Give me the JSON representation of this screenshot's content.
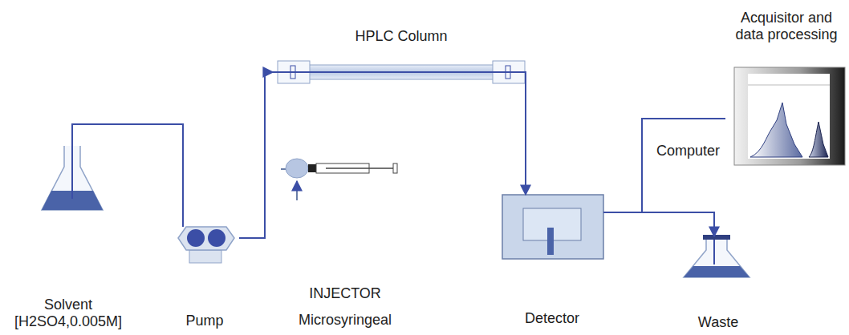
{
  "diagram": {
    "nodes": [
      {
        "text": [
          "Solvent [H2SO4,0.005M]"
        ]
      },
      {
        "text": [
          "Pump"
        ]
      },
      {
        "text": [
          "INJECTOR",
          "Microsyringeal"
        ]
      },
      {
        "text": [
          "HPLC Column"
        ]
      },
      {
        "text": [
          "Detector"
        ]
      },
      {
        "text": [
          "Waste"
        ]
      },
      {
        "text": [
          "Acquisitor and data processing"
        ]
      }
    ],
    "edges": [
      {
        "from": 0,
        "to": 1,
        "arrow": "none"
      },
      {
        "from": 1,
        "to": 3,
        "arrow": "to"
      },
      {
        "from": 3,
        "to": 4,
        "arrow": "to"
      },
      {
        "from": 4,
        "to": 6,
        "arrow": "none"
      },
      {
        "from": 4,
        "to": 5,
        "arrow": "to"
      }
    ],
    "labels": [
      "Computer"
    ]
  }
}
